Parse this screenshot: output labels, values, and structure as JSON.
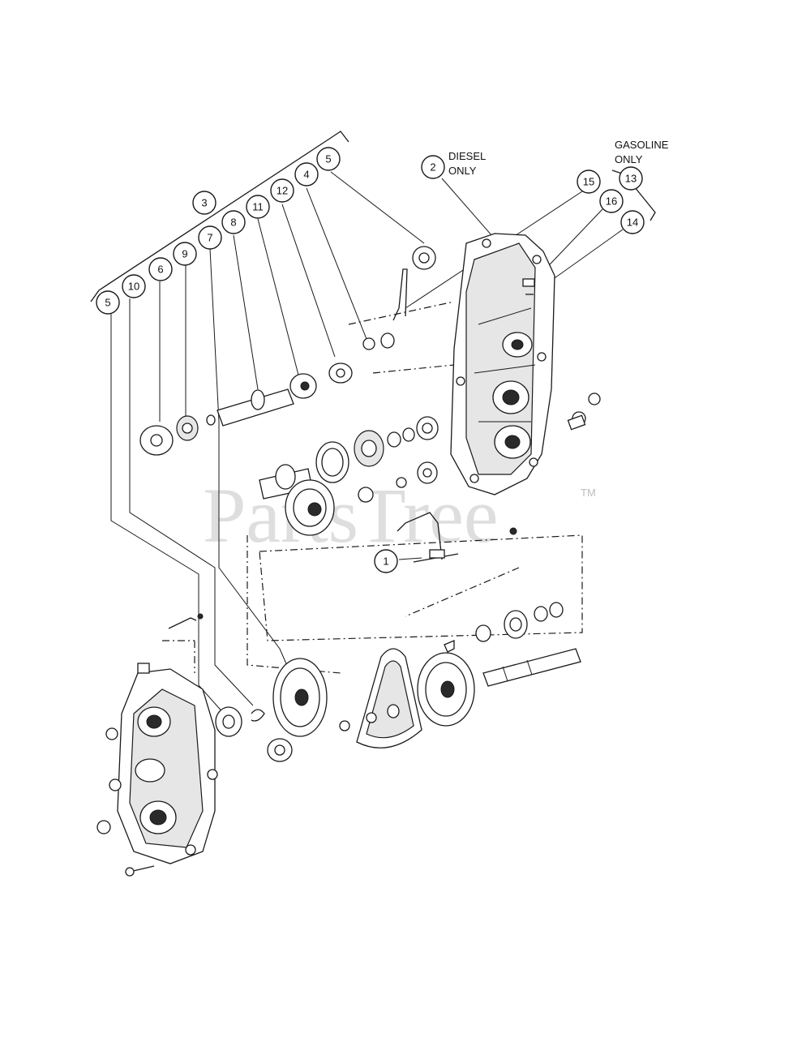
{
  "callouts": {
    "c1": "1",
    "c2": "2",
    "c3": "3",
    "c4": "4",
    "c5a": "5",
    "c5b": "5",
    "c6": "6",
    "c7": "7",
    "c8": "8",
    "c9": "9",
    "c10": "10",
    "c11": "11",
    "c12": "12",
    "c13": "13",
    "c14": "14",
    "c15": "15",
    "c16": "16"
  },
  "notes": {
    "diesel_line1": "DIESEL",
    "diesel_line2": "ONLY",
    "gasoline_line1": "GASOLINE",
    "gasoline_line2": "ONLY"
  },
  "watermark": {
    "text": "PartsTree",
    "trademark": "TM"
  }
}
